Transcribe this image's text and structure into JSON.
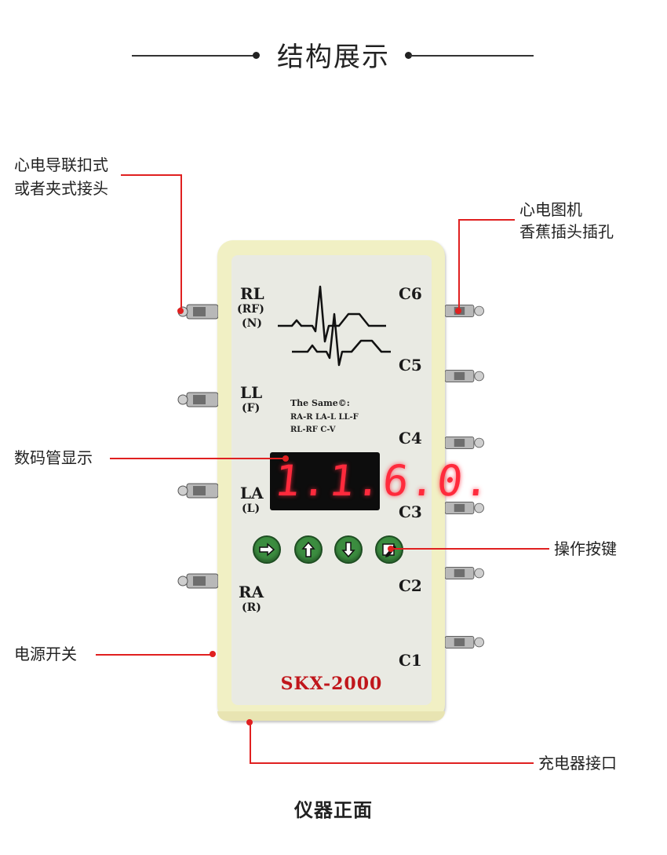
{
  "header": {
    "title": "结构展示"
  },
  "callouts": {
    "lead_connector": [
      "心电导联扣式",
      "或者夹式接头"
    ],
    "ecg_jack": [
      "心电图机",
      "香蕉插头插孔"
    ],
    "digital_display": "数码管显示",
    "operation_keys": "操作按键",
    "power_switch": "电源开关",
    "charging_port": "充电器接口"
  },
  "device": {
    "left_leads": [
      {
        "main": "RL",
        "sub": "(RF)",
        "sub2": "(N)"
      },
      {
        "main": "LL",
        "sub": "(F)"
      },
      {
        "main": "LA",
        "sub": "(L)"
      },
      {
        "main": "RA",
        "sub": "(R)"
      }
    ],
    "right_leads": [
      "C6",
      "C5",
      "C4",
      "C3",
      "C2",
      "C1"
    ],
    "same_note": [
      "The Same©:",
      "RA-R LA-L LL-F",
      "RL-RF C-V"
    ],
    "display_value": "1.1.6.0.",
    "buttons": [
      "arrow-right-icon",
      "arrow-up-icon",
      "arrow-down-icon",
      "edit-icon"
    ],
    "model": "SKX-2000",
    "colors": {
      "body": "#f1f0c4",
      "face": "#e9eae3",
      "button": "#3b8c3f",
      "display": "#ff2a3c",
      "model": "#c0161b",
      "callout_line": "#e02020"
    }
  },
  "footer": {
    "title": "仪器正面"
  }
}
